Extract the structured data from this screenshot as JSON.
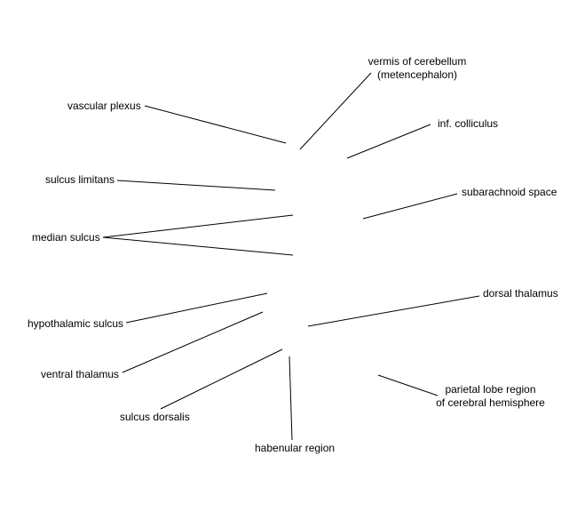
{
  "labels": {
    "vermis": [
      "vermis of cerebellum",
      "(metencephalon)"
    ],
    "vascular_plexus": "vascular plexus",
    "inf_colliculus": "inf. colliculus",
    "sulcus_limitans": "sulcus limitans",
    "subarachnoid_space": "subarachnoid space",
    "median_sulcus": "median sulcus",
    "dorsal_thalamus": "dorsal thalamus",
    "hypothalamic_sulcus": "hypothalamic sulcus",
    "ventral_thalamus": "ventral thalamus",
    "parietal_lobe": [
      "parietal lobe region",
      "of cerebral hemisphere"
    ],
    "sulcus_dorsalis": "sulcus dorsalis",
    "habenular_region": "habenular region"
  },
  "colors": {
    "line": "#000000",
    "text": "#000000",
    "background": "#ffffff"
  }
}
